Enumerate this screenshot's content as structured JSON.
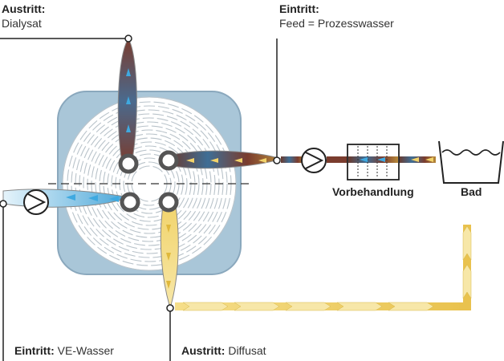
{
  "labels": {
    "dialysat": {
      "bold": "Austritt:",
      "text": "Dialysat"
    },
    "feed": {
      "bold": "Eintritt:",
      "text": "Feed = Prozesswasser"
    },
    "ve_wasser": {
      "bold": "Eintritt:",
      "text": "VE-Wasser"
    },
    "diffusat": {
      "bold": "Austritt:",
      "text": "Diffusat"
    },
    "vorbehandlung": "Vorbehandlung",
    "bad": "Bad"
  },
  "colors": {
    "housing": "#a9c6d8",
    "housing_border": "#8aa8bd",
    "stream_dialysat": "#7a3c2e",
    "stream_feed": "#2c6e9e",
    "stream_ve_wasser": "#5cb8e6",
    "stream_diffusat": "#e8c34a",
    "lines": "#222222"
  },
  "icons": [
    "pump-icon",
    "filter-icon",
    "tank-icon"
  ]
}
